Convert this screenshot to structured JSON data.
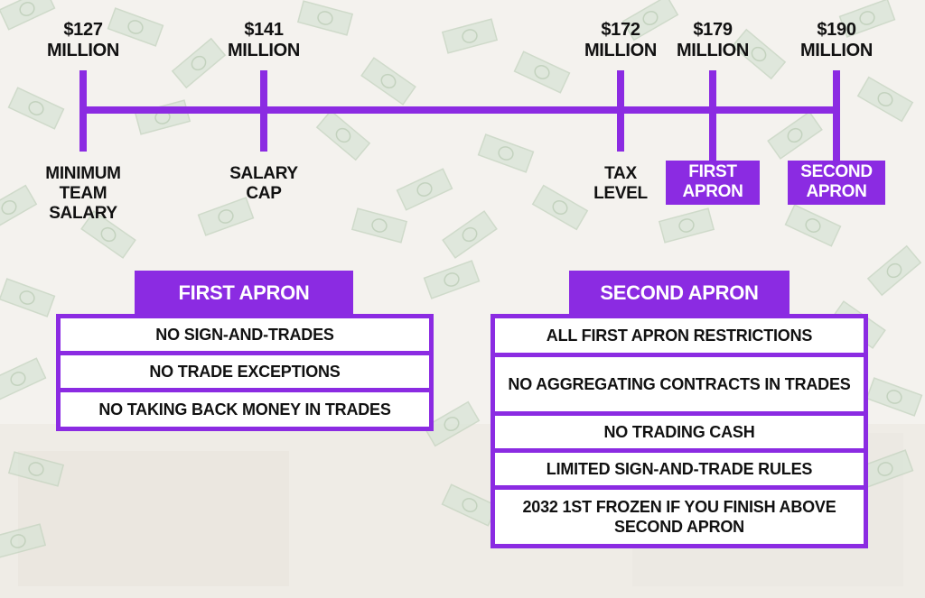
{
  "timeline": {
    "ticks": [
      {
        "amount": "$127",
        "unit": "MILLION",
        "label": [
          "MINIMUM",
          "TEAM",
          "SALARY"
        ],
        "boxed": false
      },
      {
        "amount": "$141",
        "unit": "MILLION",
        "label": [
          "SALARY",
          "CAP"
        ],
        "boxed": false
      },
      {
        "amount": "$172",
        "unit": "MILLION",
        "label": [
          "TAX",
          "LEVEL"
        ],
        "boxed": false
      },
      {
        "amount": "$179",
        "unit": "MILLION",
        "label": [
          "FIRST",
          "APRON"
        ],
        "boxed": true
      },
      {
        "amount": "$190",
        "unit": "MILLION",
        "label": [
          "SECOND",
          "APRON"
        ],
        "boxed": true
      }
    ]
  },
  "first_apron": {
    "title": "FIRST APRON",
    "rules": [
      "NO SIGN-AND-TRADES",
      "NO TRADE EXCEPTIONS",
      "NO TAKING BACK MONEY IN TRADES"
    ]
  },
  "second_apron": {
    "title": "SECOND APRON",
    "rules": [
      "ALL FIRST APRON RESTRICTIONS",
      "NO AGGREGATING CONTRACTS IN TRADES",
      "NO TRADING CASH",
      "LIMITED SIGN-AND-TRADE RULES",
      "2032 1ST FROZEN IF YOU FINISH ABOVE SECOND APRON"
    ]
  },
  "colors": {
    "accent": "#8b2be2",
    "text": "#111111",
    "background": "#f4f2ee"
  },
  "background_motif": "falling-dollar-bills"
}
